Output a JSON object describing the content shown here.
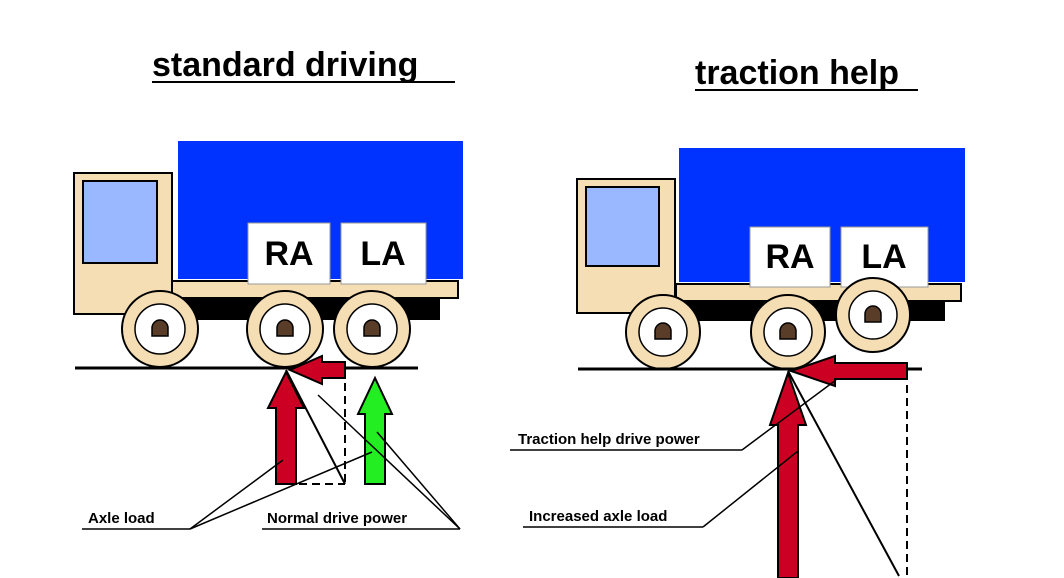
{
  "panels": [
    {
      "title": "standard driving",
      "axle_labels": {
        "rear": "RA",
        "lift": "LA"
      },
      "callouts": {
        "axle_load": "Axle load",
        "drive_power": "Normal drive power"
      }
    },
    {
      "title": "traction help",
      "axle_labels": {
        "rear": "RA",
        "lift": "LA"
      },
      "callouts": {
        "drive_power": "Traction help drive power",
        "axle_load": "Increased axle load"
      }
    }
  ],
  "colors": {
    "cargo_box": "#0033ff",
    "cab": "#f5deb3",
    "cab_window": "#9ab8ff",
    "axle_load_arrow": "#cc0022",
    "normal_drive_arrow": "#22ee22",
    "traction_drive_arrow": "#cc0022",
    "outline": "#000000"
  }
}
